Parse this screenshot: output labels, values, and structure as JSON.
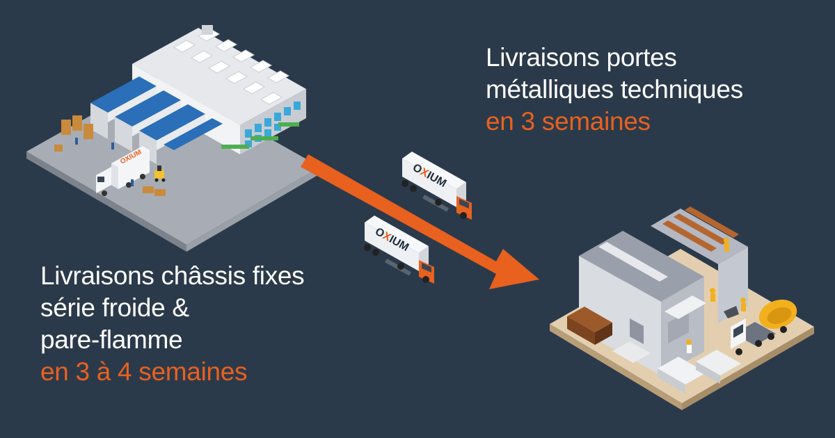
{
  "top_text": {
    "line1": "Livraisons portes",
    "line2": "métalliques techniques",
    "line3": "en 3 semaines"
  },
  "bottom_text": {
    "line1": "Livraisons châssis fixes",
    "line2": "série froide &",
    "line3": "pare-flamme",
    "line4": "en 3 à 4 semaines"
  },
  "brand": {
    "logo_text": "OXIUM"
  },
  "colors": {
    "background": "#2b3a4a",
    "accent": "#e8611f",
    "text": "#ffffff"
  },
  "icons": [
    "warehouse-icon",
    "delivery-truck-icon",
    "construction-site-icon",
    "arrow-icon"
  ]
}
